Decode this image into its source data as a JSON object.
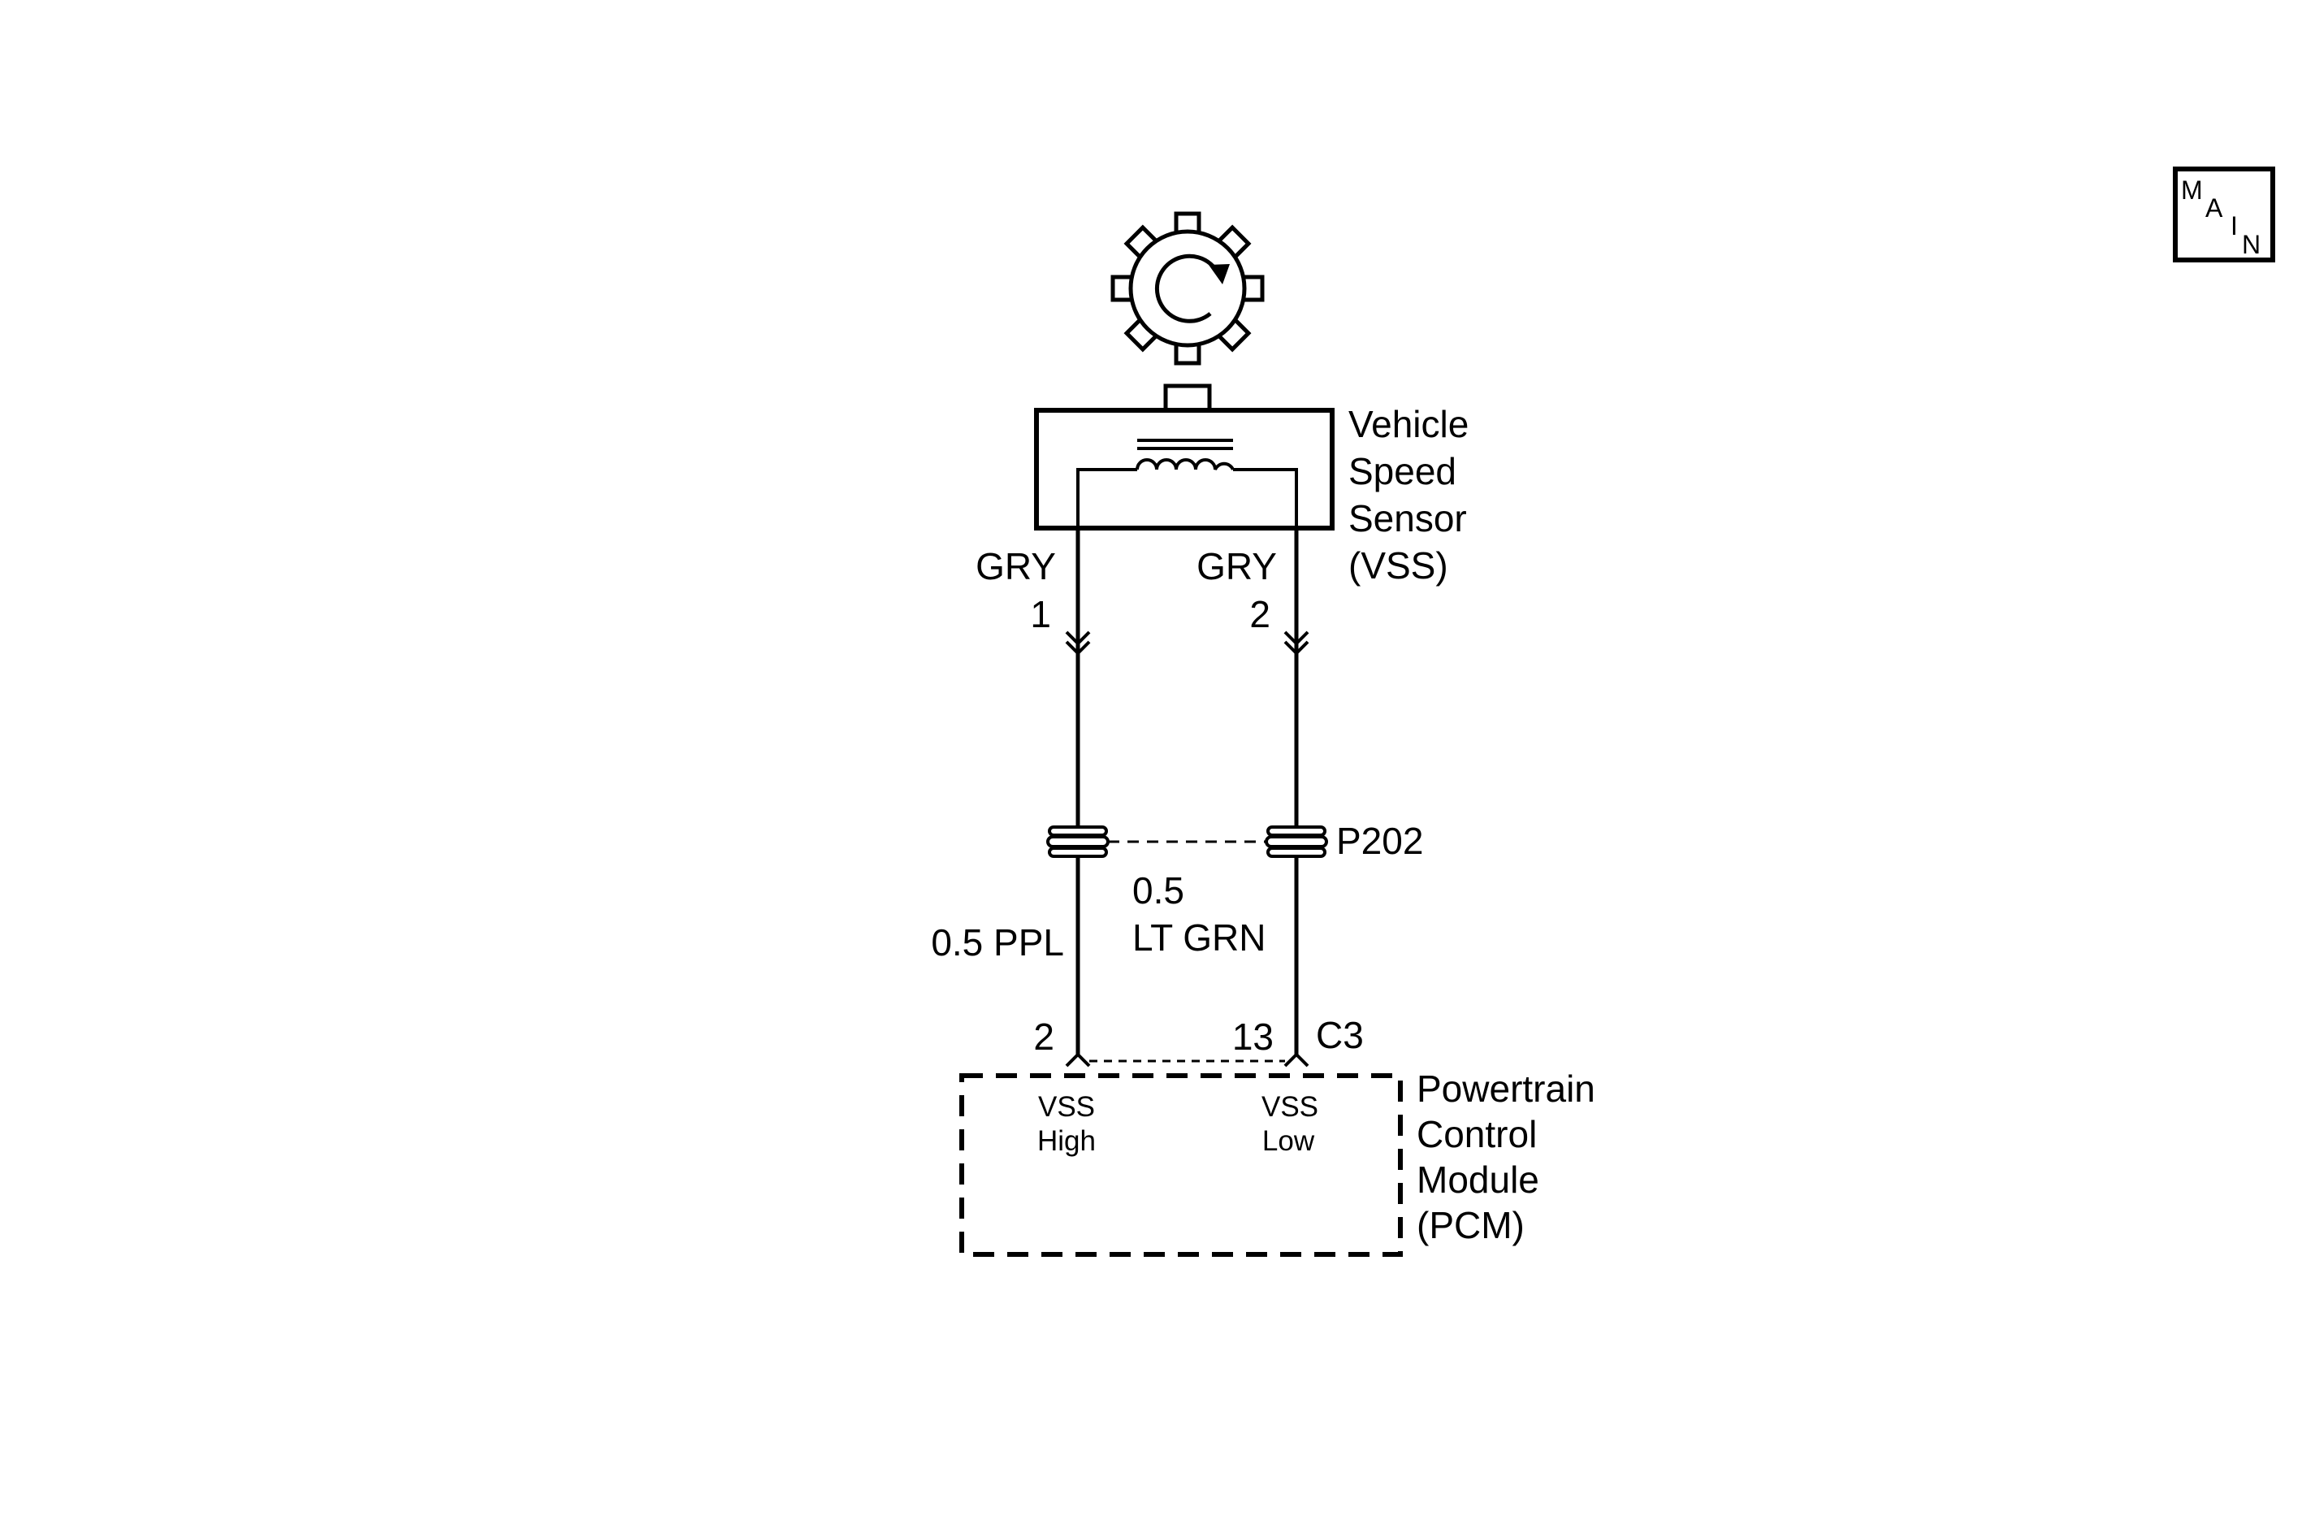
{
  "logo": {
    "text": "MAIN",
    "letters": [
      "M",
      "A",
      "I",
      "N"
    ]
  },
  "sensor": {
    "label_lines": [
      "Vehicle",
      "Speed",
      "Sensor",
      "(VSS)"
    ],
    "wire_left": {
      "color": "GRY",
      "pin": "1"
    },
    "wire_right": {
      "color": "GRY",
      "pin": "2"
    }
  },
  "connector_p202": {
    "name": "P202"
  },
  "harness": {
    "left_wire": "0.5 PPL",
    "right_wire_lines": [
      "0.5",
      "LT GRN"
    ]
  },
  "pcm": {
    "connector": "C3",
    "pin_left": "2",
    "pin_right": "13",
    "input_left_lines": [
      "VSS",
      "High"
    ],
    "input_right_lines": [
      "VSS",
      "Low"
    ],
    "label_lines": [
      "Powertrain",
      "Control",
      "Module",
      "(PCM)"
    ]
  },
  "icons": [
    "reluctor-wheel-icon",
    "rotation-arrow-icon",
    "pickup-coil-icon",
    "connector-terminal-icon",
    "inline-connector-icon"
  ]
}
